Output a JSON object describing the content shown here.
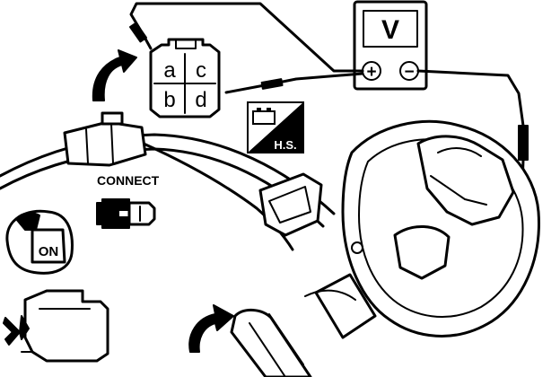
{
  "meter": {
    "unit_label": "V",
    "plus_symbol": "+",
    "minus_symbol": "−"
  },
  "connector": {
    "pins": [
      "a",
      "c",
      "b",
      "d"
    ]
  },
  "mode_badge": {
    "label": "H.S."
  },
  "connect": {
    "label": "CONNECT"
  },
  "ignition": {
    "label": "ON"
  },
  "colors": {
    "ink": "#000000",
    "paper": "#ffffff"
  },
  "icons": [
    "arrow-up-right-icon",
    "connector-face-icon",
    "ignition-key-icon",
    "engine-icon",
    "connector-plug-icon",
    "rotation-arrow-icon"
  ]
}
